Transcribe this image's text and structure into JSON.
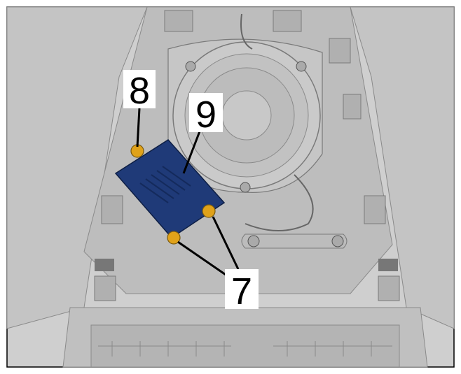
{
  "figure": {
    "callouts": [
      {
        "id": "callout-8",
        "label": "8"
      },
      {
        "id": "callout-9",
        "label": "9"
      },
      {
        "id": "callout-7",
        "label": "7"
      }
    ]
  },
  "colors": {
    "background_gray": "#c8c8c8",
    "panel_gray": "#b8b8b8",
    "module_blue": "#1f3a78",
    "nut_yellow": "#e0a21a",
    "line_black": "#000000"
  }
}
